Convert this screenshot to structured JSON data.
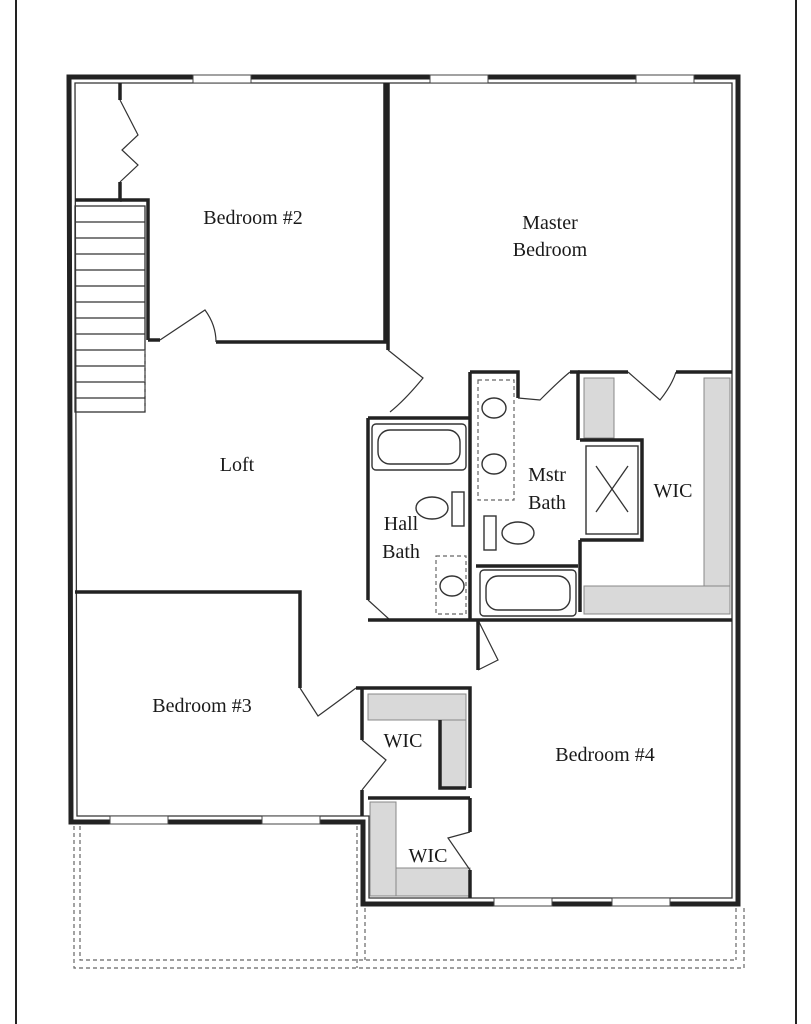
{
  "rooms": {
    "bedroom2": "Bedroom #2",
    "master_line1": "Master",
    "master_line2": "Bedroom",
    "loft": "Loft",
    "hall_bath_line1": "Hall",
    "hall_bath_line2": "Bath",
    "mstr_bath_line1": "Mstr",
    "mstr_bath_line2": "Bath",
    "wic_master": "WIC",
    "bedroom3": "Bedroom #3",
    "wic_upper": "WIC",
    "wic_lower": "WIC",
    "bedroom4": "Bedroom #4"
  },
  "colors": {
    "wall": "#222222",
    "closet_shelf": "#d9d9d9"
  }
}
